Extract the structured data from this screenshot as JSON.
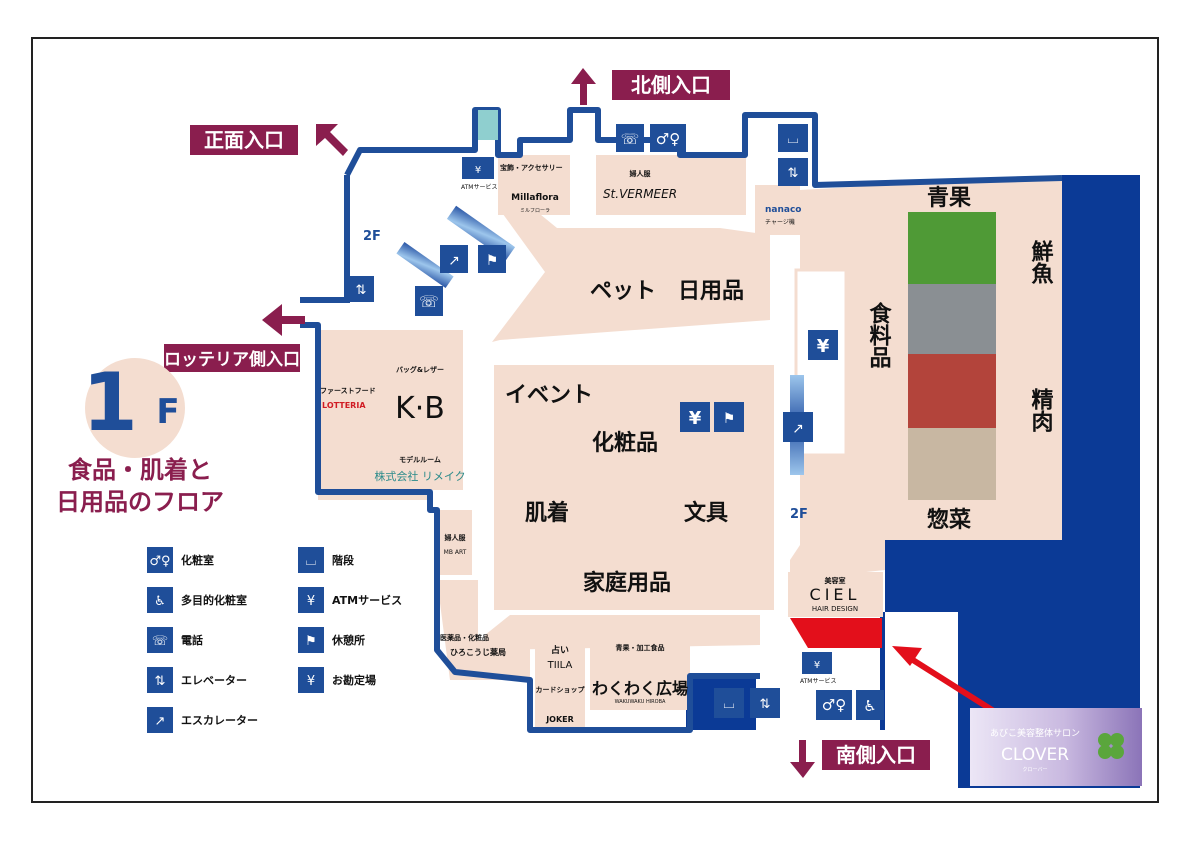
{
  "floor": {
    "number": "1",
    "letter": "F",
    "subtitle_line1": "食品・肌着と",
    "subtitle_line2": "日用品のフロア"
  },
  "entrances": {
    "north": "北側入口",
    "front": "正面入口",
    "lotteria": "ロッテリア側入口",
    "south": "南側入口"
  },
  "areas": {
    "pet": "ペット",
    "daily": "日用品",
    "event": "イベント",
    "cosmetics": "化粧品",
    "underwear": "肌着",
    "stationery": "文具",
    "household": "家庭用品",
    "food": "食料品",
    "produce": "青果",
    "fish": "鮮魚",
    "meat": "精肉",
    "deli": "惣菜"
  },
  "stores": {
    "millaflora_cat": "宝飾・アクセサリー",
    "millaflora": "Millaflora",
    "millaflora_kana": "ミルフローラ",
    "vermeer_cat": "婦人服",
    "vermeer": "St.VERMEER",
    "nanaco": "nanaco",
    "nanaco_sub": "チャージ機",
    "lotteria_cat": "ファーストフード",
    "lotteria": "LOTTERIA",
    "kb_cat": "バッグ&レザー",
    "kb": "K·B",
    "remake_cat": "モデルルーム",
    "remake": "株式会社 リメイク",
    "ladies_cat": "婦人服",
    "ladies": "MB ART",
    "pharmacy_cat": "医薬品・化粧品",
    "pharmacy": "ひろこうじ薬局",
    "tiila_cat": "占い",
    "tiila": "TIILA",
    "card_cat": "カードショップ",
    "card": "JOKER",
    "wakuwaku_cat": "青果・加工食品",
    "wakuwaku": "わくわく広場",
    "wakuwaku_roman": "WAKUWAKU HIROBA",
    "ciel_cat": "美容室",
    "ciel": "CIEL",
    "ciel_sub": "HAIR DESIGN"
  },
  "labels": {
    "to2f_top": "2F",
    "to2f_right": "2F",
    "atm_top": "ATMサービス",
    "atm_bottom": "ATMサービス"
  },
  "legend": [
    {
      "icon": "restroom",
      "label": "化粧室"
    },
    {
      "icon": "stairs",
      "label": "階段"
    },
    {
      "icon": "accessible",
      "label": "多目的化粧室"
    },
    {
      "icon": "atm",
      "label": "ATMサービス"
    },
    {
      "icon": "phone",
      "label": "電話"
    },
    {
      "icon": "rest",
      "label": "休憩所"
    },
    {
      "icon": "elevator",
      "label": "エレベーター"
    },
    {
      "icon": "yen",
      "label": "お勘定場"
    },
    {
      "icon": "escalator",
      "label": "エスカレーター"
    }
  ],
  "clover": {
    "line1": "あびこ美容整体サロン",
    "name": "CLOVER",
    "kana": "クローバー"
  },
  "colors": {
    "wall": "#1f4e99",
    "floor": "#f4ddd0",
    "entrance_bg": "#8a1e4e",
    "arrow": "#8a1e4e",
    "highlight": "#e30f1b",
    "navy": "#0b3a96",
    "clover_bg": "#b7a4d4"
  }
}
